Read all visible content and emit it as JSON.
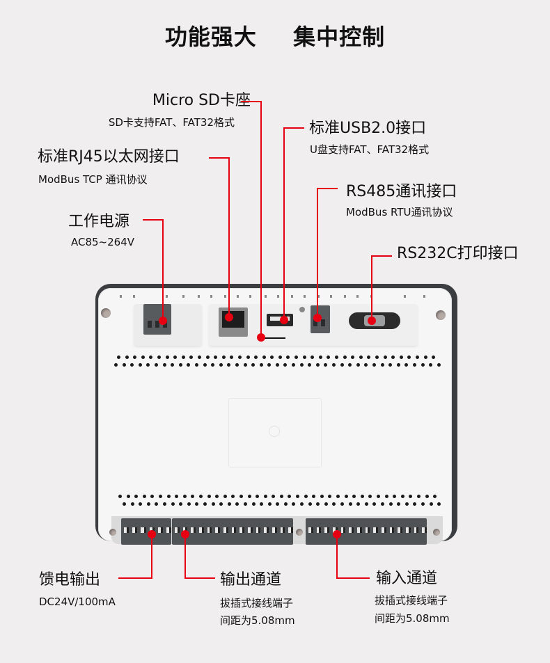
{
  "header": {
    "title_left": "功能强大",
    "title_right": "集中控制"
  },
  "callouts": {
    "micro_sd": {
      "title": "Micro SD卡座",
      "desc": "SD卡支持FAT、FAT32格式"
    },
    "rj45": {
      "title": "标准RJ45以太网接口",
      "desc": "ModBus TCP 通讯协议"
    },
    "power": {
      "title": "工作电源",
      "desc": "AC85~264V"
    },
    "usb": {
      "title": "标准USB2.0接口",
      "desc": "U盘支持FAT、FAT32格式"
    },
    "rs485": {
      "title": "RS485通讯接口",
      "desc": "ModBus RTU通讯协议"
    },
    "rs232": {
      "title": "RS232C打印接口"
    },
    "feed_out": {
      "title": "馈电输出",
      "desc": "DC24V/100mA"
    },
    "output_ch": {
      "title": "输出通道",
      "desc1": "拔插式接线端子",
      "desc2": "间距为5.08mm"
    },
    "input_ch": {
      "title": "输入通道",
      "desc1": "拔插式接线端子",
      "desc2": "间距为5.08mm"
    }
  },
  "colors": {
    "leader_line": "#e60012",
    "background": "#f0eeee",
    "device_body": "#f6f6f6",
    "bezel": "#3b3d40",
    "terminal": "#585b5e"
  }
}
